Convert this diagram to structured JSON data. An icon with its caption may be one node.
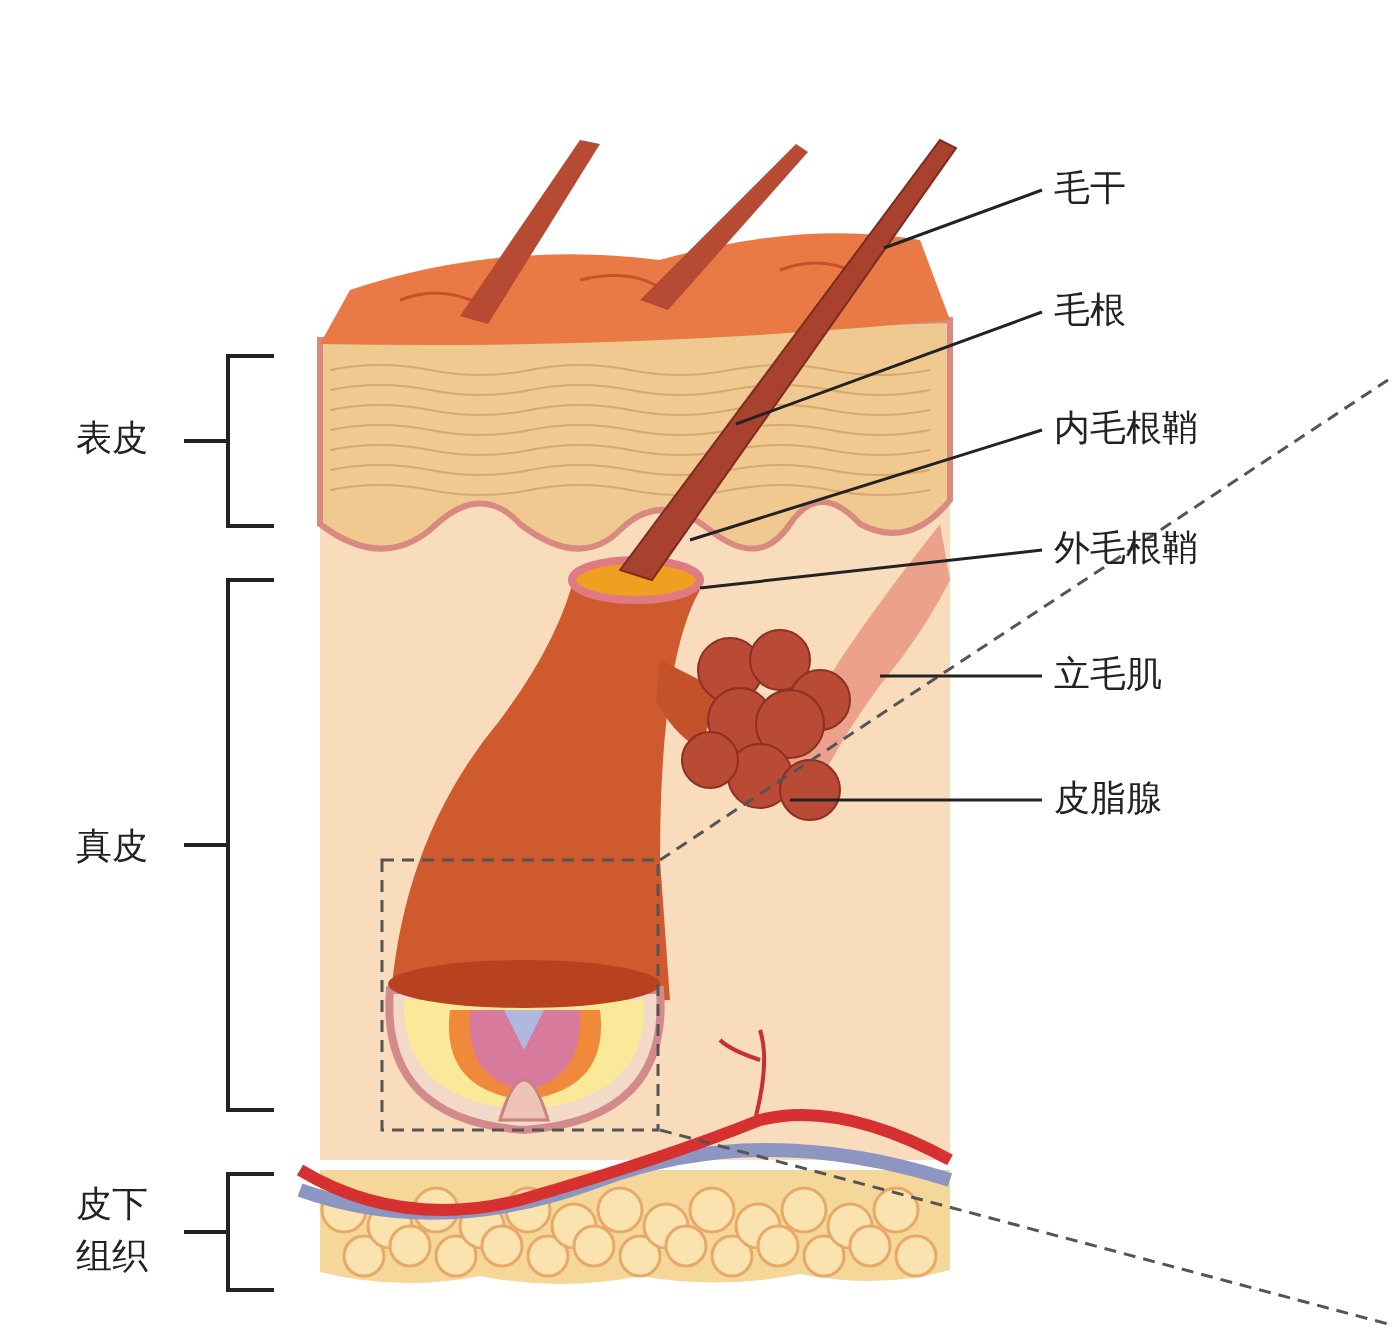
{
  "diagram": {
    "nodes": [
      {
        "text": [
          "毛干"
        ]
      },
      {
        "text": [
          "毛根"
        ]
      },
      {
        "text": [
          "内毛根鞘"
        ]
      },
      {
        "text": [
          "外毛根鞘"
        ]
      },
      {
        "text": [
          "立毛肌"
        ]
      },
      {
        "text": [
          "皮脂腺"
        ]
      }
    ],
    "edges": [
      {
        "from": 0,
        "to": null,
        "arrow": "none"
      },
      {
        "from": 1,
        "to": null,
        "arrow": "none"
      },
      {
        "from": 2,
        "to": null,
        "arrow": "none"
      },
      {
        "from": 3,
        "to": null,
        "arrow": "none"
      },
      {
        "from": 4,
        "to": null,
        "arrow": "none"
      },
      {
        "from": 5,
        "to": null,
        "arrow": "none"
      }
    ],
    "labels": [
      "表皮",
      "真皮",
      "皮下组织"
    ]
  }
}
